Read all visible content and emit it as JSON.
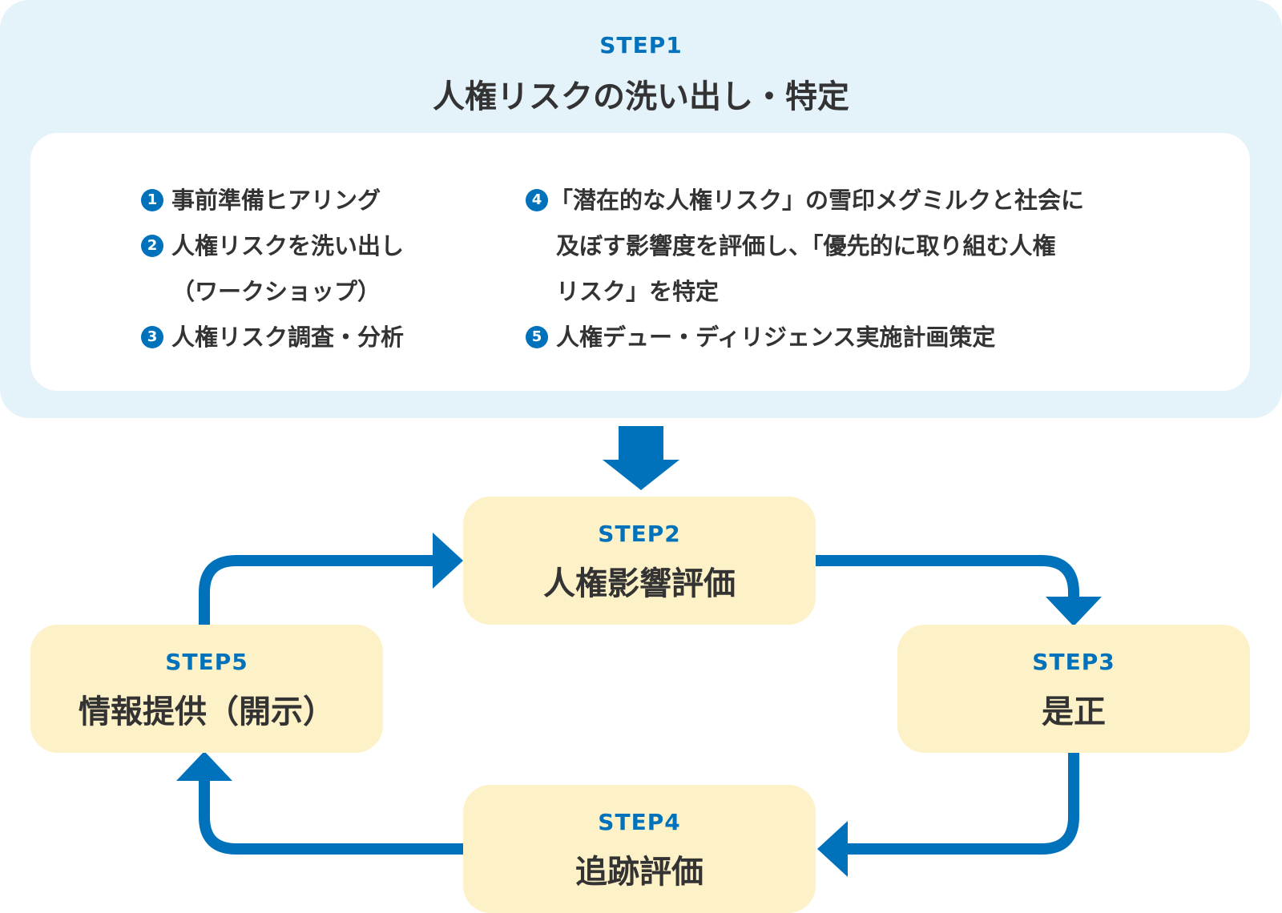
{
  "step1": {
    "label": "STEP1",
    "title": "人権リスクの洗い出し・特定",
    "items_left": [
      {
        "num": "1",
        "lines": [
          "事前準備ヒアリング"
        ]
      },
      {
        "num": "2",
        "lines": [
          "人権リスクを洗い出し",
          "（ワークショップ）"
        ]
      },
      {
        "num": "3",
        "lines": [
          "人権リスク調査・分析"
        ]
      }
    ],
    "items_right": [
      {
        "num": "4",
        "lines": [
          "「潜在的な人権リスク」の雪印メグミルクと社会に",
          "及ぼす影響度を評価し、「優先的に取り組む人権",
          "リスク」を特定"
        ]
      },
      {
        "num": "5",
        "lines": [
          "人権デュー・ディリジェンス実施計画策定"
        ]
      }
    ]
  },
  "step2": {
    "label": "STEP2",
    "title": "人権影響評価"
  },
  "step3": {
    "label": "STEP3",
    "title": "是正"
  },
  "step4": {
    "label": "STEP4",
    "title": "追跡評価"
  },
  "step5": {
    "label": "STEP5",
    "title": "情報提供（開示）"
  },
  "colors": {
    "accent": "#0072bc",
    "panel_bg": "#e4f2fa",
    "box_bg": "#fdf1c8",
    "text": "#333333"
  }
}
